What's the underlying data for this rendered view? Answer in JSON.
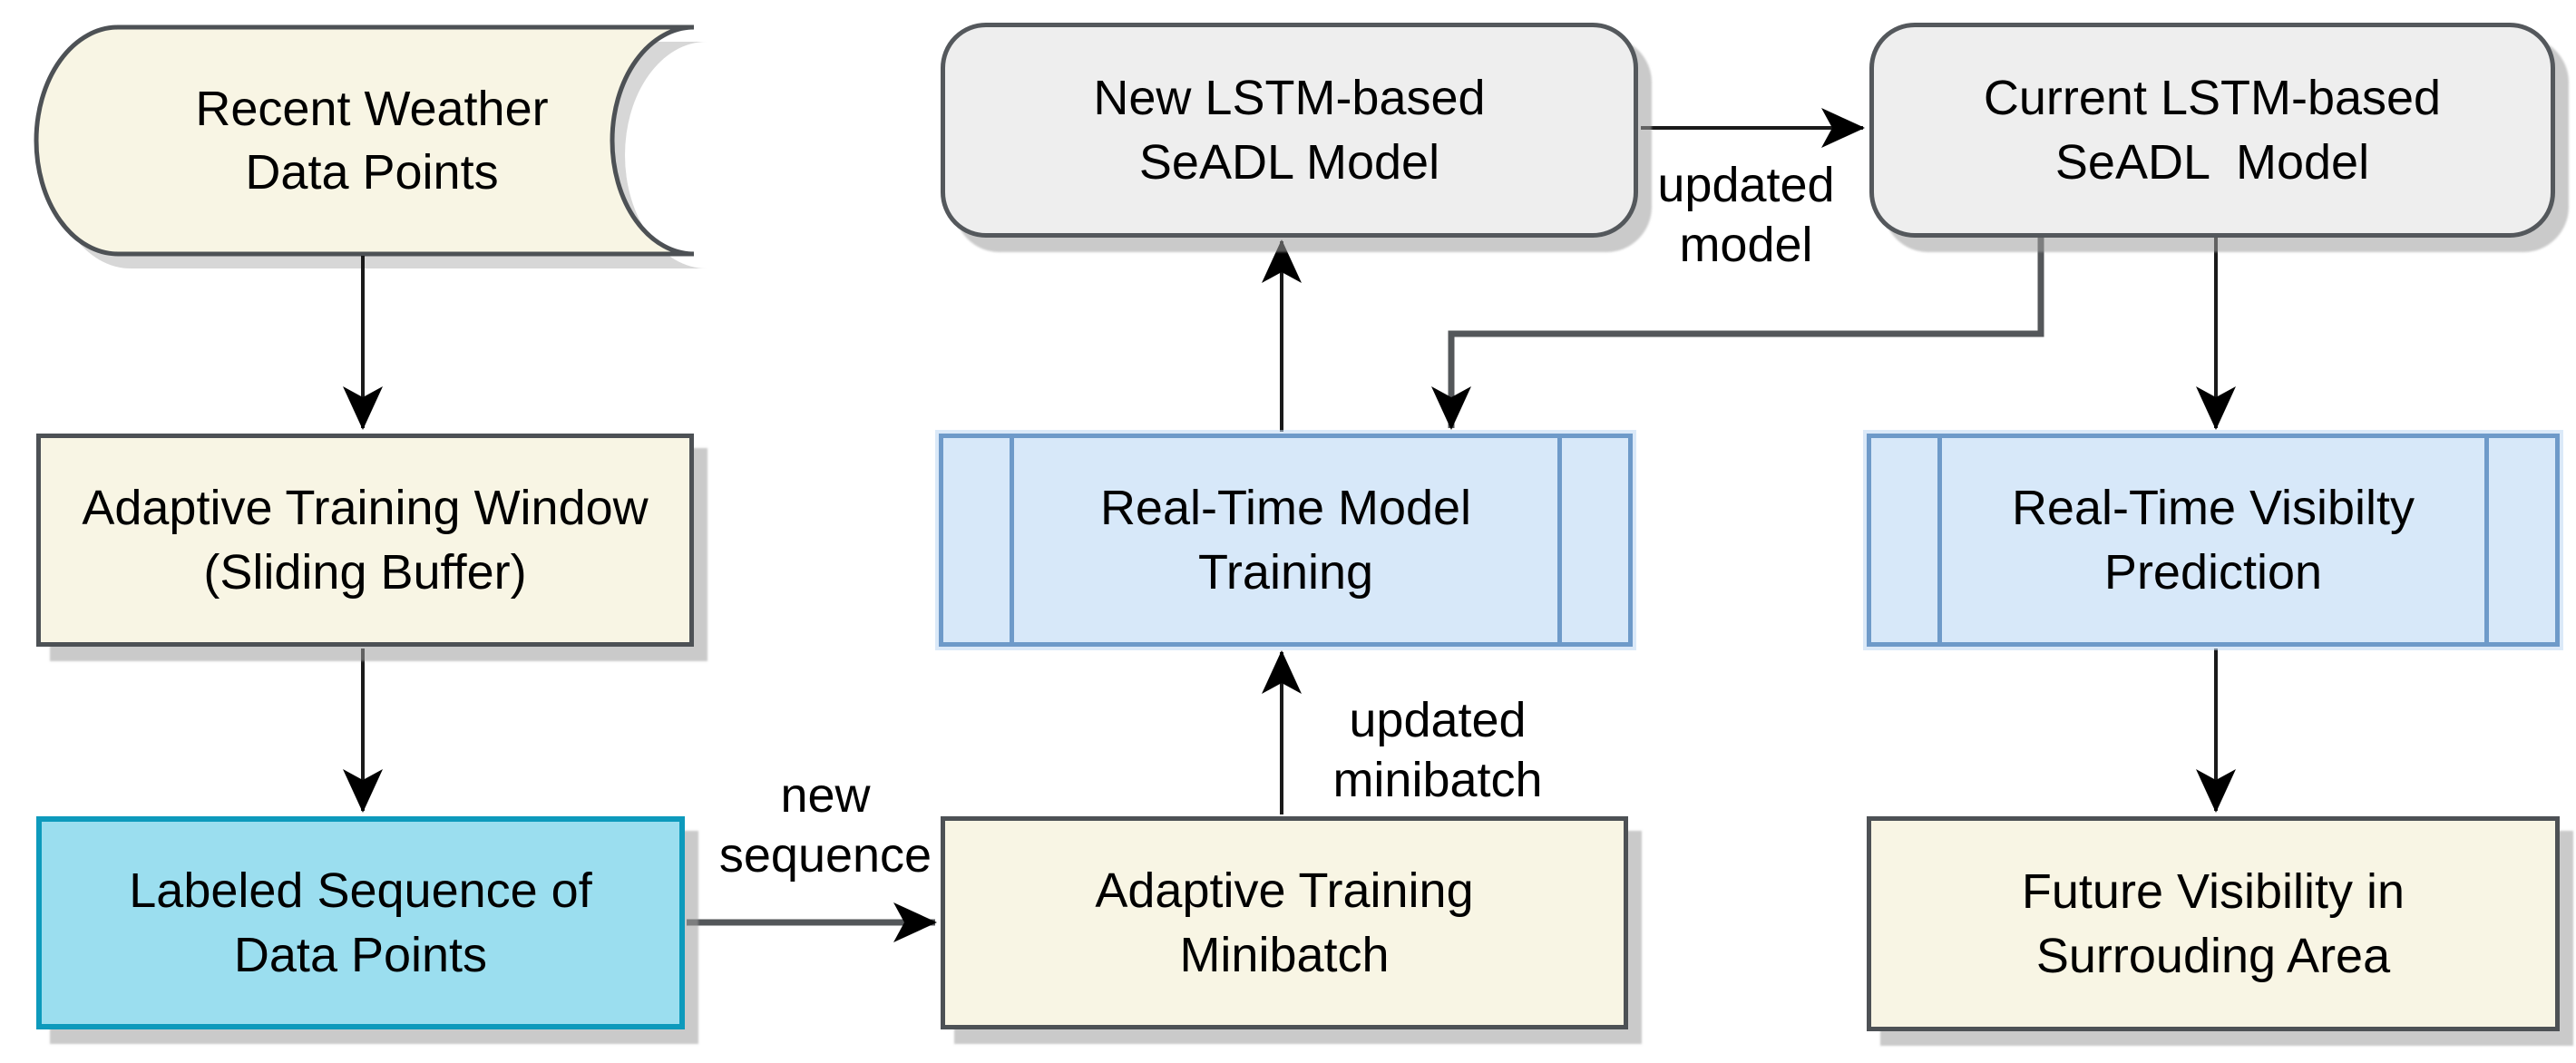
{
  "nodes": {
    "recent_weather": {
      "label": "Recent Weather\nData Points",
      "shape": "stored-data"
    },
    "training_window": {
      "label": "Adaptive Training Window\n(Sliding Buffer)",
      "shape": "rectangle"
    },
    "labeled_sequence": {
      "label": "Labeled Sequence of\nData Points",
      "shape": "rectangle"
    },
    "new_model": {
      "label": "New LSTM-based\nSeADL Model",
      "shape": "rounded-rectangle"
    },
    "training": {
      "label": "Real-Time Model\nTraining",
      "shape": "subroutine"
    },
    "minibatch": {
      "label": "Adaptive Training\nMinibatch",
      "shape": "rectangle"
    },
    "current_model": {
      "label": "Current LSTM-based\nSeADL  Model",
      "shape": "rounded-rectangle"
    },
    "prediction": {
      "label": "Real-Time Visibilty\nPrediction",
      "shape": "subroutine"
    },
    "future_visibility": {
      "label": "Future Visibility in\nSurrouding Area",
      "shape": "rectangle"
    }
  },
  "edge_labels": {
    "new_sequence": "new\nsequence",
    "updated_minibatch": "updated\nminibatch",
    "updated_model": "updated\nmodel"
  },
  "colors": {
    "cream_fill": "#f8f5e4",
    "cream_border": "#4d5155",
    "cyan_fill": "#9bdeef",
    "cyan_border": "#0d9abc",
    "blue_fill": "#d7e8f9",
    "blue_border": "#6e9ac9",
    "gray_fill": "#eeeeee",
    "gray_border": "#54585c",
    "arrow_black": "#1a1a1a",
    "arrow_gray": "#54575a"
  }
}
